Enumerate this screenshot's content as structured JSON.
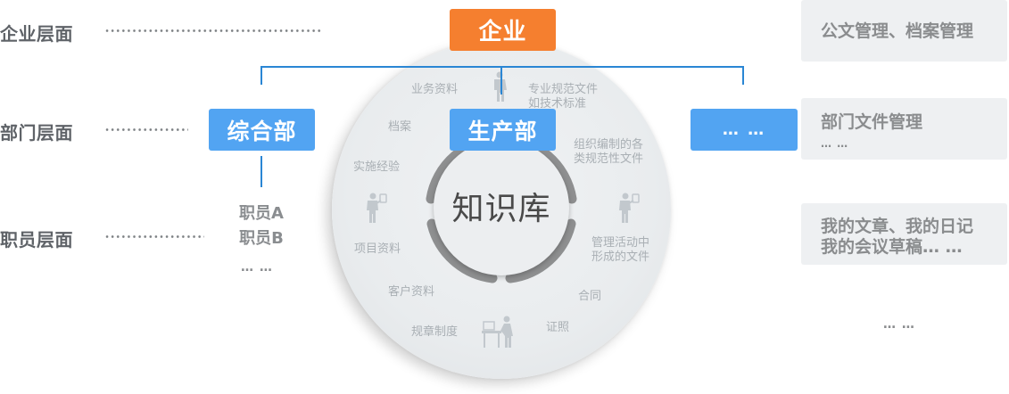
{
  "levels": [
    {
      "label": "企业层面"
    },
    {
      "label": "部门层面"
    },
    {
      "label": "职员层面"
    }
  ],
  "enterprise_box": {
    "label": "企业",
    "color": "#f57f2f"
  },
  "departments": [
    {
      "label": "综合部",
      "color": "#52a4f2"
    },
    {
      "label": "生产部",
      "color": "#52a4f2"
    },
    {
      "label": "… …",
      "color": "#52a4f2"
    }
  ],
  "employees": {
    "items": [
      "职员A",
      "职员B"
    ],
    "more": "… …"
  },
  "knowledge_base": {
    "title": "知识库",
    "categories": [
      {
        "label": "业务资料"
      },
      {
        "label": "专业规范文件",
        "line2": "如技术标准"
      },
      {
        "label": "档案"
      },
      {
        "label": "组织编制的各",
        "line2": "类规范性文件"
      },
      {
        "label": "实施经验"
      },
      {
        "label": "项目资料"
      },
      {
        "label": "管理活动中",
        "line2": "形成的文件"
      },
      {
        "label": "客户资料"
      },
      {
        "label": "合同"
      },
      {
        "label": "规章制度"
      },
      {
        "label": "证照"
      }
    ],
    "icons": [
      "person-icon",
      "person-with-document-icon",
      "person-with-document-icon",
      "person-at-desk-icon"
    ]
  },
  "right_panels": [
    {
      "line1": "公文管理、档案管理"
    },
    {
      "line1": "部门文件管理",
      "line2": "… …"
    },
    {
      "line1": "我的文章、我的日记",
      "line2": "我的会议草稿… …"
    }
  ],
  "trailing_more": "… …",
  "colors": {
    "connector": "#2a86d4",
    "level_text": "#5f6368",
    "panel_bg": "#eef0f2"
  }
}
